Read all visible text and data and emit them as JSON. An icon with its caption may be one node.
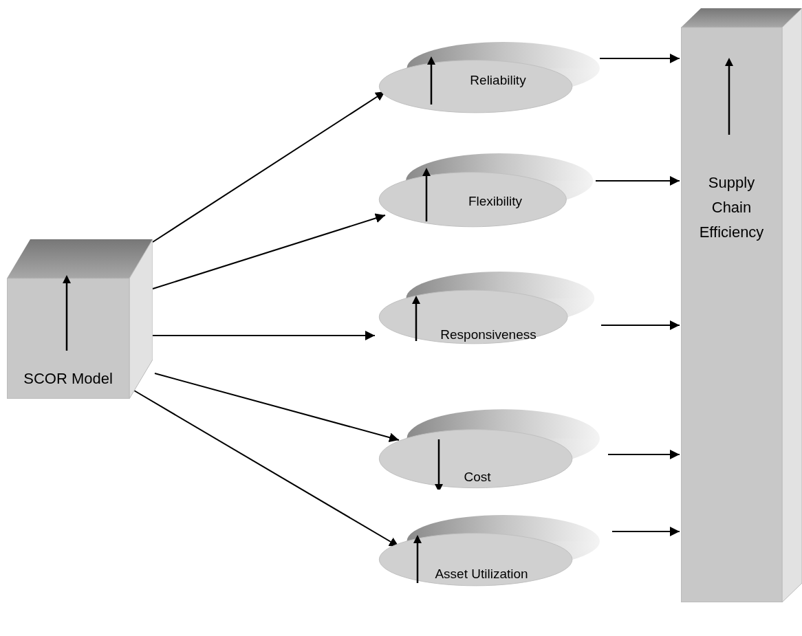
{
  "diagram": {
    "nodes": [
      {
        "text": [
          "SCOR Model"
        ]
      },
      {
        "text": [
          "Reliability"
        ]
      },
      {
        "text": [
          "Flexibility"
        ]
      },
      {
        "text": [
          "Responsiveness"
        ]
      },
      {
        "text": [
          "Cost"
        ]
      },
      {
        "text": [
          "Asset Utilization"
        ]
      },
      {
        "text": [
          "Supply Chain Efficiency"
        ]
      }
    ],
    "edges": [
      {
        "from": 0,
        "to": 1,
        "arrow": "to"
      },
      {
        "from": 0,
        "to": 2,
        "arrow": "to"
      },
      {
        "from": 0,
        "to": 3,
        "arrow": "to"
      },
      {
        "from": 0,
        "to": 4,
        "arrow": "to"
      },
      {
        "from": 0,
        "to": 5,
        "arrow": "to"
      },
      {
        "from": 1,
        "to": 6,
        "arrow": "to"
      },
      {
        "from": 2,
        "to": 6,
        "arrow": "to"
      },
      {
        "from": 3,
        "to": 6,
        "arrow": "to"
      },
      {
        "from": 4,
        "to": 6,
        "arrow": "to"
      },
      {
        "from": 5,
        "to": 6,
        "arrow": "to"
      }
    ]
  }
}
